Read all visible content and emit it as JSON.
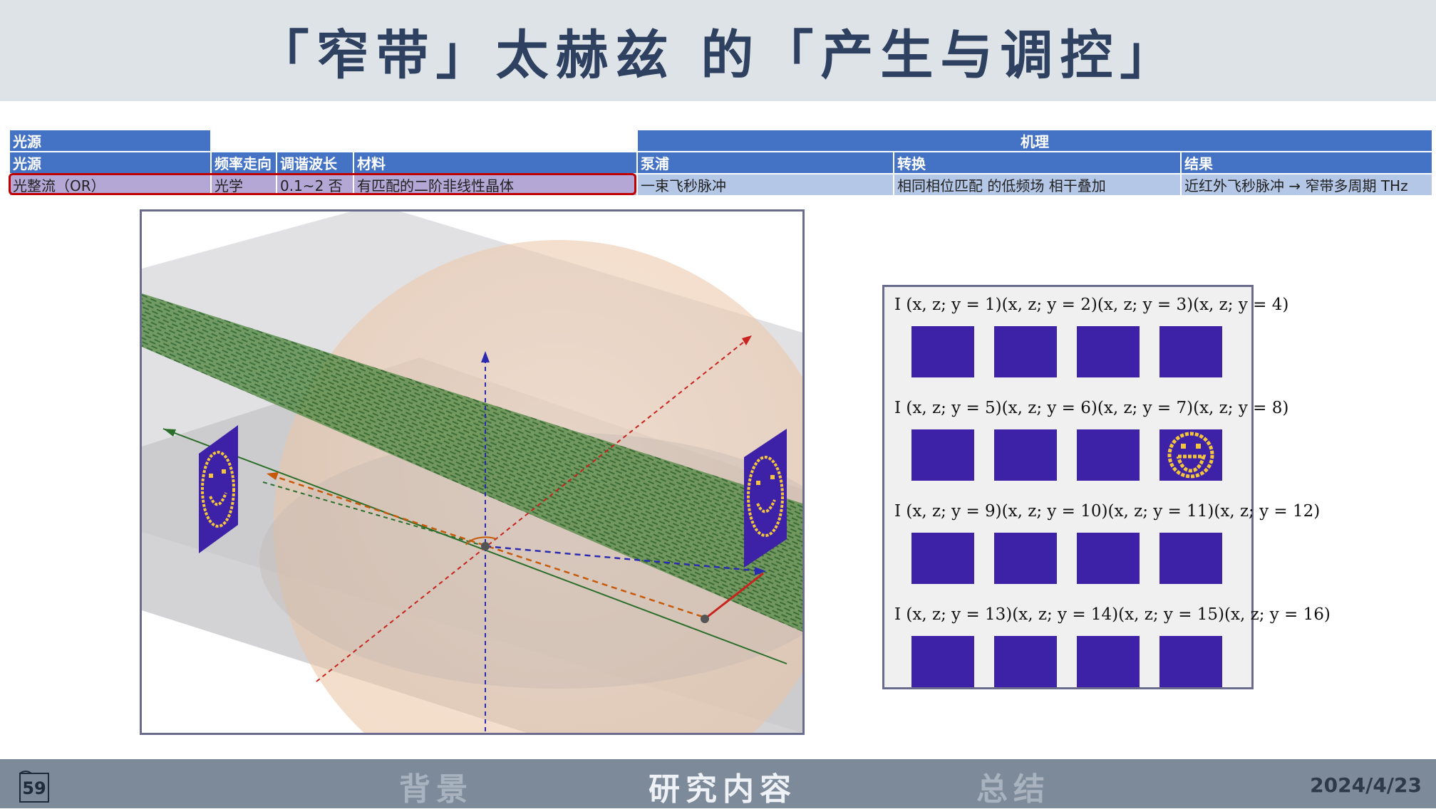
{
  "title": "「窄带」太赫兹 的「产生与调控」",
  "table": {
    "header1": {
      "source": "光源",
      "mechanism": "机理"
    },
    "header2": {
      "source": "光源",
      "freq": "频率走向",
      "tune": "调谐波长",
      "material": "材料",
      "pump": "泵浦",
      "convert": "转换",
      "result": "结果"
    },
    "row": {
      "source": "光整流（OR）",
      "freq": "光学",
      "tune": "0.1~2 否",
      "material": "有匹配的二阶非线性晶体",
      "pump": "一束飞秒脉冲",
      "convert": "相同相位匹配 的低频场 相干叠加",
      "result": "近红外飞秒脉冲 → 窄带多周期 THz"
    }
  },
  "panel": {
    "labels": [
      "I_r(x, z; y = 1)",
      "I_r(x, z; y = 2)",
      "I_r(x, z; y = 3)",
      "I_r(x, z; y = 4)",
      "I_r(x, z; y = 5)",
      "I_r(x, z; y = 6)",
      "I_r(x, z; y = 7)",
      "I_r(x, z; y = 8)",
      "I_r(x, z; y = 9)",
      "I_r(x, z; y = 10)",
      "I_r(x, z; y = 11)",
      "I_r(x, z; y = 12)",
      "I_r(x, z; y = 13)",
      "I_r(x, z; y = 14)",
      "I_r(x, z; y = 15)",
      "I_r(x, z; y = 16)"
    ],
    "row_texts": [
      "I (x, z; y = 1)(x, z; y = 2)(x, z; y = 3)(x, z; y = 4)",
      "I (x, z; y = 5)(x, z; y = 6)(x, z; y = 7)(x, z; y = 8)",
      "I (x, z; y = 9)(x, z; y = 10)(x, z; y = 11)(x, z; y = 12)",
      "I (x, z; y = 13)(x, z; y = 14)(x, z; y = 15)(x, z; y = 16)"
    ],
    "tile_color": "#3d21a6",
    "face_color": "#f2c53d",
    "face_tile_index": 7
  },
  "footer": {
    "page": "59",
    "nav": [
      "背景",
      "研究内容",
      "总结"
    ],
    "active": "研究内容",
    "date": "2024/4/23"
  }
}
